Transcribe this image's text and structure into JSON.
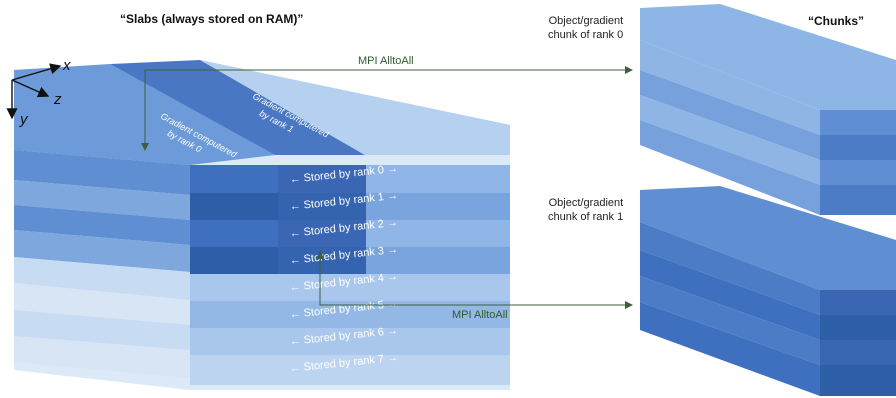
{
  "titles": {
    "slabs": "“Slabs (always stored on RAM)”",
    "chunks": "“Chunks”"
  },
  "axes": {
    "x": "x",
    "y": "y",
    "z": "z"
  },
  "gradient_labels": [
    {
      "line1": "Gradient computered",
      "line2": "by rank 0"
    },
    {
      "line1": "Gradient computered",
      "line2": "by rank 1"
    }
  ],
  "slabs": [
    "← Stored by rank 0 →",
    "← Stored by rank 1 →",
    "← Stored by rank 2 →",
    "← Stored by rank 3 →",
    "← Stored by rank 4 →",
    "← Stored by rank 5 →",
    "← Stored by rank 6 →",
    "← Stored by rank 7 →"
  ],
  "arrows": {
    "top": "MPI AlltoAll",
    "bottom": "MPI AlltoAll"
  },
  "chunks": [
    {
      "line1": "Object/gradient",
      "line2": "chunk of rank 0"
    },
    {
      "line1": "Object/gradient",
      "line2": "chunk of rank 1"
    }
  ],
  "colors": {
    "dark_blue": "#3f6fbf",
    "mid_blue": "#5a8ad2",
    "light_blue": "#8fb6e6",
    "pale_blue": "#c8dcf2",
    "arrow_green": "#3d5f3d"
  }
}
